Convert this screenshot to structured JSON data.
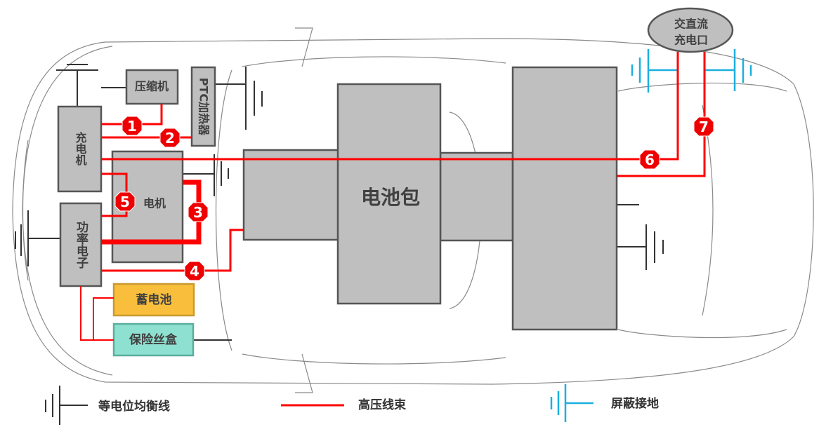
{
  "components": {
    "compressor": "压缩机",
    "ptc_heater": "PTC加热器",
    "charger": "充电机",
    "power_electronics": "功率电子",
    "motor": "电机",
    "battery_pack": "电池包",
    "aux_battery": "蓄电池",
    "fuse_box": "保险丝盒",
    "charge_port_line1": "交直流",
    "charge_port_line2": "充电口"
  },
  "harness_numbers": [
    "1",
    "2",
    "3",
    "4",
    "5",
    "6",
    "7"
  ],
  "legend": {
    "equipotential": "等电位均衡线",
    "high_voltage": "高压线束",
    "shield_ground": "屏蔽接地"
  },
  "colors": {
    "high_voltage": "#FF0000",
    "shield_ground": "#1AB0E0",
    "equipotential": "#333333",
    "aux_battery": "#F9BE3C",
    "fuse_box": "#8EE0D0",
    "component": "#BFBFBF"
  }
}
